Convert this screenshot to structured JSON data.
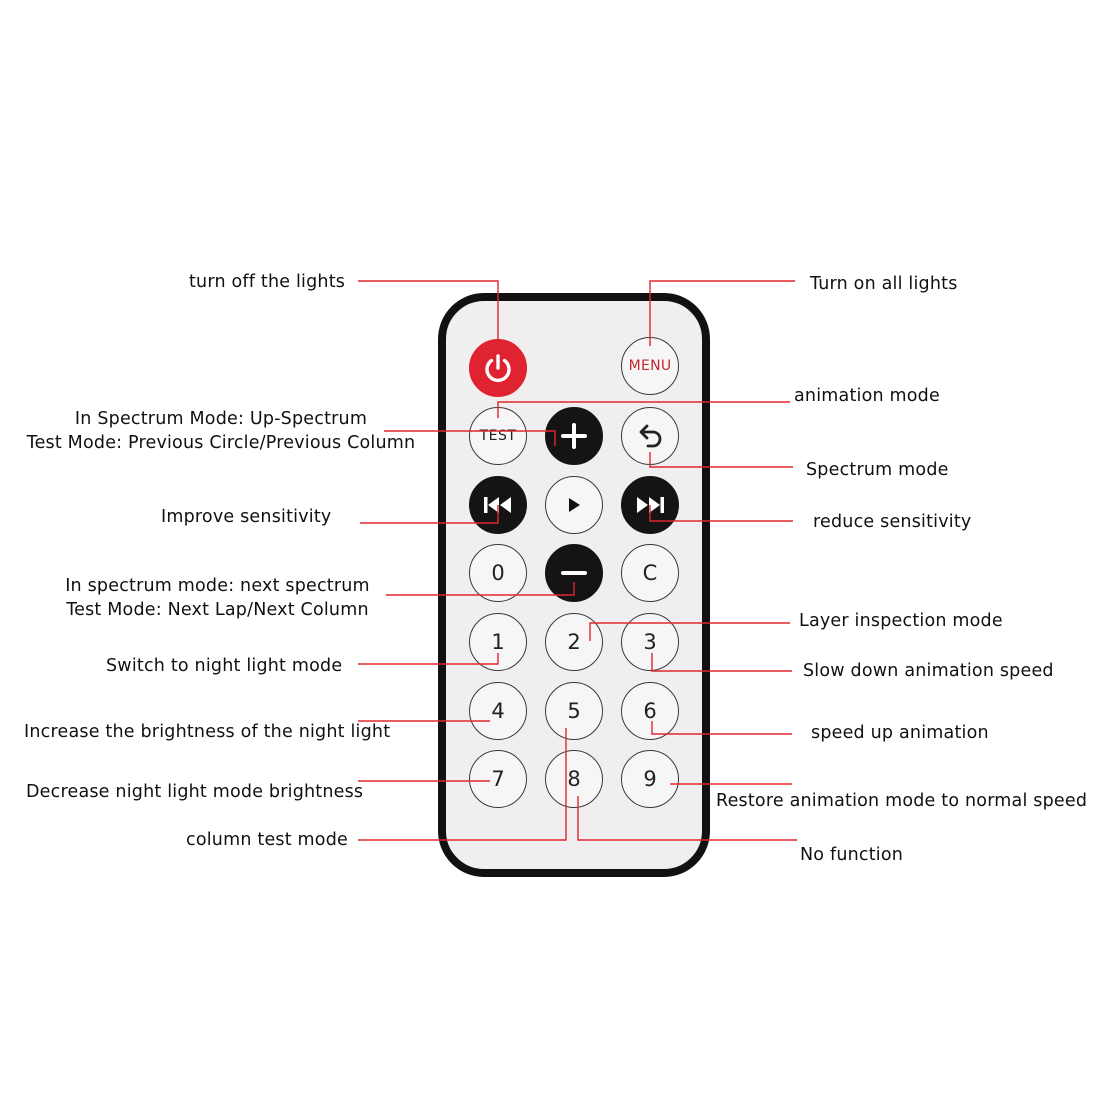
{
  "remote": {
    "buttons": {
      "power": {
        "icon": "power-icon"
      },
      "menu": {
        "label": "MENU"
      },
      "test": {
        "label": "TEST"
      },
      "plus": {
        "icon": "plus-icon"
      },
      "back": {
        "icon": "back-arrow-icon"
      },
      "prev": {
        "icon": "previous-track-icon"
      },
      "play": {
        "icon": "play-icon"
      },
      "next": {
        "icon": "next-track-icon"
      },
      "zero": {
        "label": "0"
      },
      "minus": {
        "icon": "minus-icon"
      },
      "clear": {
        "label": "C"
      },
      "digits": [
        "1",
        "2",
        "3",
        "4",
        "5",
        "6",
        "7",
        "8",
        "9"
      ]
    }
  },
  "annotations": {
    "turn_off_lights": "turn off the lights",
    "turn_on_all_lights": "Turn on all lights",
    "animation_mode": "animation mode",
    "up_spectrum_line1": "In Spectrum Mode: Up-Spectrum",
    "up_spectrum_line2": "Test Mode: Previous Circle/Previous Column",
    "spectrum_mode": "Spectrum mode",
    "improve_sensitivity": "Improve sensitivity",
    "reduce_sensitivity": "reduce sensitivity",
    "next_spectrum_line1": "In spectrum mode: next spectrum",
    "next_spectrum_line2": "Test Mode: Next Lap/Next Column",
    "layer_inspection": "Layer inspection mode",
    "night_light_mode": "Switch to night light mode",
    "slow_down": "Slow down animation speed",
    "increase_brightness": "Increase the brightness of the night light",
    "speed_up": "speed up animation",
    "decrease_brightness": "Decrease night light mode brightness",
    "restore_speed": "Restore animation mode to normal speed",
    "column_test": "column test mode",
    "no_function": "No function"
  },
  "colors": {
    "leader_line": "#e0262f",
    "power_button": "#e02330",
    "remote_border": "#111111",
    "remote_body": "#efefef"
  }
}
